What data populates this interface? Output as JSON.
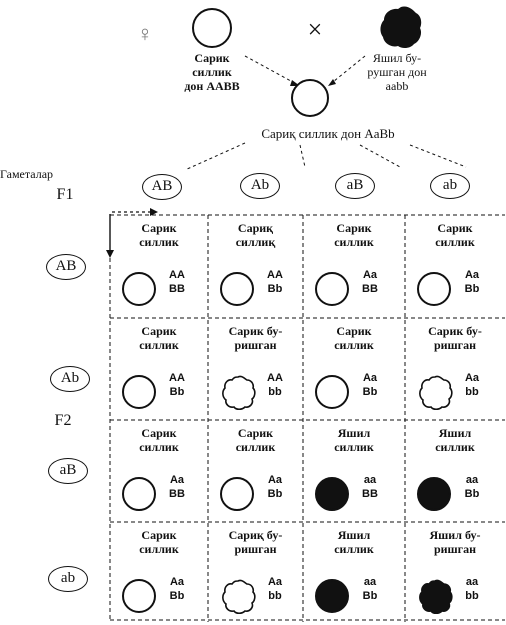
{
  "parents": {
    "female_symbol": "♀",
    "cross_symbol": "×",
    "parent1_label": [
      "Сарик",
      "силлик",
      "дон ААВВ"
    ],
    "parent2_label": [
      "Яшил бу-",
      "рушган дон",
      "aabb"
    ],
    "f1_label": "Сариқ силлик дон AaBb"
  },
  "gametes_label": "Гаметалар",
  "f1_mark": "F1",
  "f2_mark": "F2",
  "gametes": [
    "AB",
    "Ab",
    "aB",
    "ab"
  ],
  "grid": [
    [
      {
        "label": [
          "Сарик",
          "силлик"
        ],
        "genotype": [
          "AA",
          "BB"
        ],
        "pea": "yellow-smooth"
      },
      {
        "label": [
          "Сариқ",
          "силлиқ"
        ],
        "genotype": [
          "AA",
          "Bb"
        ],
        "pea": "yellow-smooth"
      },
      {
        "label": [
          "Сарик",
          "силлик"
        ],
        "genotype": [
          "Aa",
          "BB"
        ],
        "pea": "yellow-smooth"
      },
      {
        "label": [
          "Сарик",
          "силлик"
        ],
        "genotype": [
          "Aa",
          "Bb"
        ],
        "pea": "yellow-smooth"
      }
    ],
    [
      {
        "label": [
          "Сарик",
          "силлик"
        ],
        "genotype": [
          "AA",
          "Bb"
        ],
        "pea": "yellow-smooth"
      },
      {
        "label": [
          "Сарик бу-",
          "ришган"
        ],
        "genotype": [
          "AA",
          "bb"
        ],
        "pea": "yellow-wrinkled"
      },
      {
        "label": [
          "Сарик",
          "силлик"
        ],
        "genotype": [
          "Aa",
          "Bb"
        ],
        "pea": "yellow-smooth"
      },
      {
        "label": [
          "Сарик бу-",
          "ришган"
        ],
        "genotype": [
          "Aa",
          "bb"
        ],
        "pea": "yellow-wrinkled"
      }
    ],
    [
      {
        "label": [
          "Сарик",
          "силлик"
        ],
        "genotype": [
          "Aa",
          "BB"
        ],
        "pea": "yellow-smooth"
      },
      {
        "label": [
          "Сарик",
          "силлик"
        ],
        "genotype": [
          "Aa",
          "Bb"
        ],
        "pea": "yellow-smooth"
      },
      {
        "label": [
          "Яшил",
          "силлик"
        ],
        "genotype": [
          "aa",
          "BB"
        ],
        "pea": "green-smooth"
      },
      {
        "label": [
          "Яшил",
          "силлик"
        ],
        "genotype": [
          "aa",
          "Bb"
        ],
        "pea": "green-smooth"
      }
    ],
    [
      {
        "label": [
          "Сарик",
          "силлик"
        ],
        "genotype": [
          "Aa",
          "Bb"
        ],
        "pea": "yellow-smooth"
      },
      {
        "label": [
          "Сариқ бу-",
          "ришган"
        ],
        "genotype": [
          "Aa",
          "bb"
        ],
        "pea": "yellow-wrinkled"
      },
      {
        "label": [
          "Яшил",
          "силлик"
        ],
        "genotype": [
          "aa",
          "Bb"
        ],
        "pea": "green-smooth"
      },
      {
        "label": [
          "Яшил бу-",
          "ришган"
        ],
        "genotype": [
          "aa",
          "bb"
        ],
        "pea": "green-wrinkled"
      }
    ]
  ]
}
